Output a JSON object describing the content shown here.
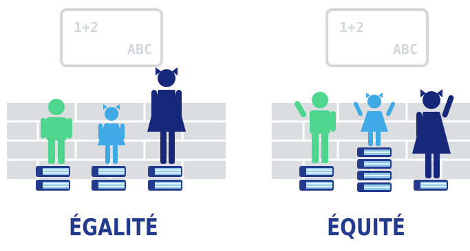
{
  "panels": [
    {
      "board": {
        "math": "1+2",
        "letters": "ABC"
      },
      "caption": "ÉGALITÉ"
    },
    {
      "board": {
        "math": "1+2",
        "letters": "ABC"
      },
      "caption": "ÉQUITÉ"
    }
  ],
  "colors": {
    "fence": "#dcdde0",
    "fence_line": "#ffffff",
    "board": "#d6d7da",
    "navy": "#243a8c",
    "green": "#4fd68e",
    "light_blue": "#3fa9e6",
    "dark_navy": "#17287a",
    "book_stripe": "#ffffff",
    "book_pages": "#8ec9ea"
  }
}
